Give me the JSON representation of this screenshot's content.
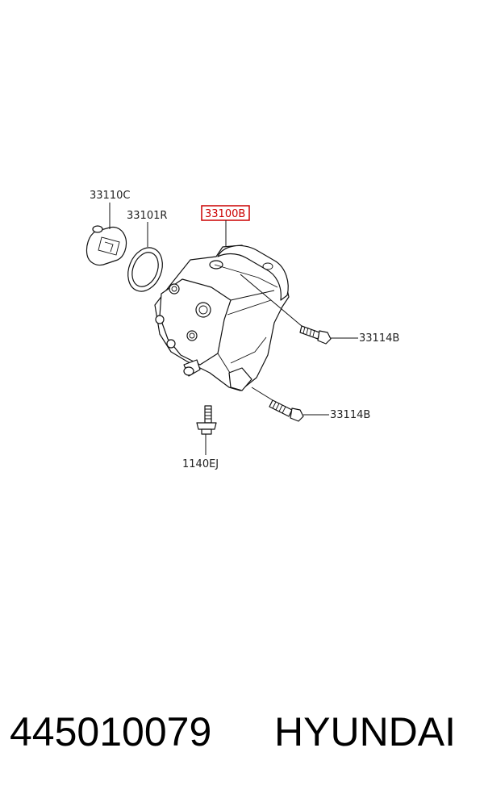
{
  "diagram": {
    "callouts": {
      "cap": "33110C",
      "oring": "33101R",
      "pump": "33100B",
      "bolt_upper": "33114B",
      "bolt_lower": "33114B",
      "stud": "1140EJ"
    },
    "highlight_color": "#cc0000",
    "line_color": "#111111"
  },
  "caption": {
    "part_number": "445010079",
    "brand": "HYUNDAI"
  }
}
